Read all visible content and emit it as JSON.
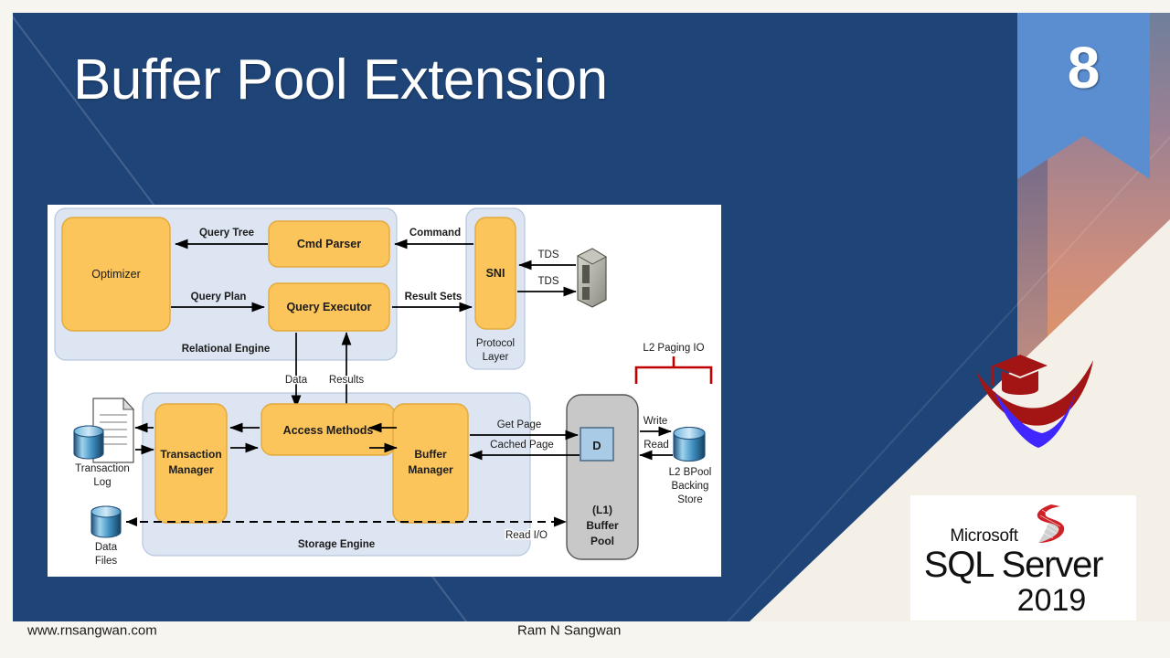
{
  "slide": {
    "number": "8",
    "title": "Buffer Pool Extension",
    "footer_left": "www.rnsangwan.com",
    "footer_center": "Ram N Sangwan",
    "colors": {
      "background": "#1f4477",
      "ribbon": "#5b8ed1",
      "accent_orange": "#f0962f",
      "title_text": "#ffffff",
      "box_fill": "#fbc55c",
      "box_stroke": "#e09a1f",
      "group_fill": "#dde5f2",
      "bufferpool_fill": "#c8c8c8",
      "bracket_red": "#c00000"
    }
  },
  "logos": {
    "education": "graduation-cap-swoosh-logo",
    "sql_server": {
      "microsoft": "Microsoft",
      "product": "SQL Server",
      "year": "2019"
    }
  },
  "diagram": {
    "title": "SQL Server architecture with Buffer Pool Extension",
    "groups": [
      {
        "id": "relational-engine",
        "label": "Relational Engine"
      },
      {
        "id": "protocol-layer",
        "label": "Protocol Layer"
      },
      {
        "id": "storage-engine",
        "label": "Storage Engine"
      }
    ],
    "boxes": [
      {
        "id": "optimizer",
        "label": "Optimizer"
      },
      {
        "id": "cmd-parser",
        "label": "Cmd Parser"
      },
      {
        "id": "query-executor",
        "label": "Query Executor"
      },
      {
        "id": "sni",
        "label": "SNI"
      },
      {
        "id": "transaction-manager",
        "label": "Transaction\nManager",
        "line1": "Transaction",
        "line2": "Manager"
      },
      {
        "id": "access-methods",
        "label": "Access Methods"
      },
      {
        "id": "buffer-manager",
        "label": "Buffer\nManager",
        "line1": "Buffer",
        "line2": "Manager"
      }
    ],
    "buffer_pool": {
      "line1": "(L1)",
      "line2": "Buffer",
      "line3": "Pool",
      "page_label": "D"
    },
    "stores": [
      {
        "id": "transaction-log",
        "line1": "Transaction",
        "line2": "Log"
      },
      {
        "id": "data-files",
        "line1": "Data",
        "line2": "Files"
      },
      {
        "id": "l2-bpool-backing-store",
        "line1": "L2 BPool",
        "line2": "Backing",
        "line3": "Store"
      }
    ],
    "client": {
      "id": "client-server-icon",
      "label": ""
    },
    "annotations": [
      {
        "id": "l2-paging-io",
        "label": "L2 Paging IO"
      }
    ],
    "edge_labels": [
      {
        "id": "query-tree",
        "label": "Query Tree"
      },
      {
        "id": "query-plan",
        "label": "Query Plan"
      },
      {
        "id": "command",
        "label": "Command"
      },
      {
        "id": "result-sets",
        "label": "Result Sets"
      },
      {
        "id": "tds-in",
        "label": "TDS"
      },
      {
        "id": "tds-out",
        "label": "TDS"
      },
      {
        "id": "data",
        "label": "Data"
      },
      {
        "id": "results",
        "label": "Results"
      },
      {
        "id": "get-page",
        "label": "Get Page"
      },
      {
        "id": "cached-page",
        "label": "Cached Page"
      },
      {
        "id": "read-io",
        "label": "Read I/O"
      },
      {
        "id": "write",
        "label": "Write"
      },
      {
        "id": "read",
        "label": "Read"
      }
    ]
  }
}
